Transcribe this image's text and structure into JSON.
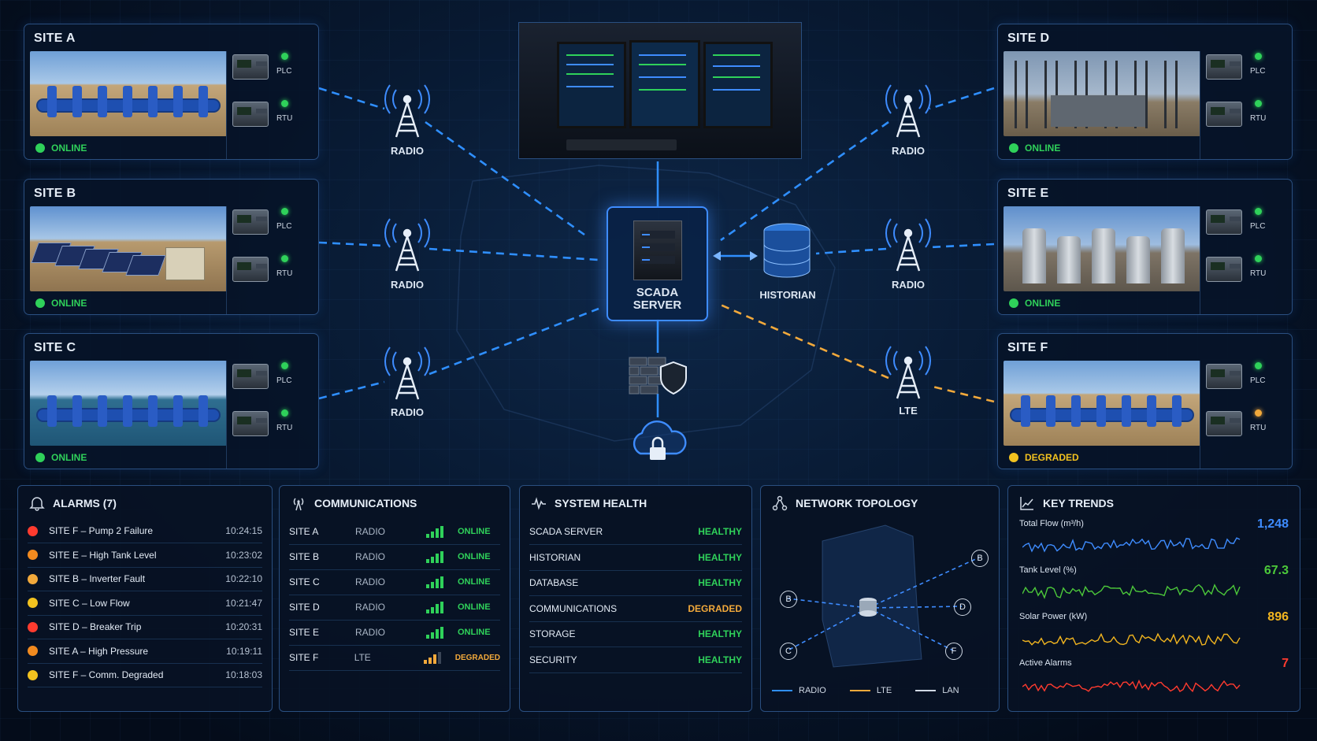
{
  "colors": {
    "online": "#2fd15a",
    "degraded": "#f2a93b",
    "alarm_red": "#ff3b2f",
    "radio_link": "#2f8fff",
    "lte_link": "#f2a93b",
    "lan_link": "#d0d8e4"
  },
  "sites": [
    {
      "title": "SITE A",
      "status": "ONLINE",
      "status_color": "#2fd15a",
      "scene": "pipes",
      "plc": "PLC",
      "rtu": "RTU",
      "plc_led": "#2fd15a",
      "rtu_led": "#2fd15a"
    },
    {
      "title": "SITE B",
      "status": "ONLINE",
      "status_color": "#2fd15a",
      "scene": "solar",
      "plc": "PLC",
      "rtu": "RTU",
      "plc_led": "#2fd15a",
      "rtu_led": "#2fd15a"
    },
    {
      "title": "SITE C",
      "status": "ONLINE",
      "status_color": "#2fd15a",
      "scene": "lake",
      "plc": "PLC",
      "rtu": "RTU",
      "plc_led": "#2fd15a",
      "rtu_led": "#2fd15a"
    },
    {
      "title": "SITE D",
      "status": "ONLINE",
      "status_color": "#2fd15a",
      "scene": "substation",
      "plc": "PLC",
      "rtu": "RTU",
      "plc_led": "#2fd15a",
      "rtu_led": "#2fd15a"
    },
    {
      "title": "SITE E",
      "status": "ONLINE",
      "status_color": "#2fd15a",
      "scene": "tanks",
      "plc": "PLC",
      "rtu": "RTU",
      "plc_led": "#2fd15a",
      "rtu_led": "#2fd15a"
    },
    {
      "title": "SITE F",
      "status": "DEGRADED",
      "status_color": "#f2c21f",
      "scene": "pipes",
      "plc": "PLC",
      "rtu": "RTU",
      "plc_led": "#2fd15a",
      "rtu_led": "#f2a93b"
    }
  ],
  "network": {
    "radio_a": "RADIO",
    "radio_b": "RADIO",
    "radio_c": "RADIO",
    "radio_d": "RADIO",
    "radio_e": "RADIO",
    "lte_f": "LTE",
    "server_line1": "SCADA",
    "server_line2": "SERVER",
    "historian": "HISTORIAN"
  },
  "alarms": {
    "title": "ALARMS (7)",
    "items": [
      {
        "text": "SITE F – Pump 2 Failure",
        "time": "10:24:15",
        "color": "#ff3b2f"
      },
      {
        "text": "SITE E – High Tank Level",
        "time": "10:23:02",
        "color": "#f28a1f"
      },
      {
        "text": "SITE B – Inverter Fault",
        "time": "10:22:10",
        "color": "#f2a93b"
      },
      {
        "text": "SITE C – Low Flow",
        "time": "10:21:47",
        "color": "#f2c21f"
      },
      {
        "text": "SITE D – Breaker Trip",
        "time": "10:20:31",
        "color": "#ff3b2f"
      },
      {
        "text": "SITE A – High Pressure",
        "time": "10:19:11",
        "color": "#f28a1f"
      },
      {
        "text": "SITE F – Comm. Degraded",
        "time": "10:18:03",
        "color": "#f2c21f"
      }
    ]
  },
  "communications": {
    "title": "COMMUNICATIONS",
    "rows": [
      {
        "site": "SITE A",
        "link": "RADIO",
        "status": "ONLINE",
        "signal": 4,
        "degraded": false
      },
      {
        "site": "SITE B",
        "link": "RADIO",
        "status": "ONLINE",
        "signal": 4,
        "degraded": false
      },
      {
        "site": "SITE C",
        "link": "RADIO",
        "status": "ONLINE",
        "signal": 4,
        "degraded": false
      },
      {
        "site": "SITE D",
        "link": "RADIO",
        "status": "ONLINE",
        "signal": 4,
        "degraded": false
      },
      {
        "site": "SITE E",
        "link": "RADIO",
        "status": "ONLINE",
        "signal": 4,
        "degraded": false
      },
      {
        "site": "SITE F",
        "link": "LTE",
        "status": "DEGRADED",
        "signal": 3,
        "degraded": true
      }
    ]
  },
  "system_health": {
    "title": "SYSTEM HEALTH",
    "rows": [
      {
        "name": "SCADA SERVER",
        "status": "HEALTHY",
        "degraded": false
      },
      {
        "name": "HISTORIAN",
        "status": "HEALTHY",
        "degraded": false
      },
      {
        "name": "DATABASE",
        "status": "HEALTHY",
        "degraded": false
      },
      {
        "name": "COMMUNICATIONS",
        "status": "DEGRADED",
        "degraded": true
      },
      {
        "name": "STORAGE",
        "status": "HEALTHY",
        "degraded": false
      },
      {
        "name": "SECURITY",
        "status": "HEALTHY",
        "degraded": false
      }
    ]
  },
  "topology": {
    "title": "NETWORK TOPOLOGY",
    "nodes": [
      "B",
      "B",
      "D",
      "C",
      "F"
    ],
    "legend": [
      {
        "label": "RADIO",
        "color": "#2f8fff"
      },
      {
        "label": "LTE",
        "color": "#f2a93b"
      },
      {
        "label": "LAN",
        "color": "#d0d8e4"
      }
    ]
  },
  "trends": {
    "title": "KEY TRENDS",
    "items": [
      {
        "label": "Total Flow (m³/h)",
        "value": "1,248",
        "color": "#3e8cff"
      },
      {
        "label": "Tank Level (%)",
        "value": "67.3",
        "color": "#4cc93a"
      },
      {
        "label": "Solar Power (kW)",
        "value": "896",
        "color": "#f2b51f"
      },
      {
        "label": "Active Alarms",
        "value": "7",
        "color": "#ff3b2f"
      }
    ]
  }
}
